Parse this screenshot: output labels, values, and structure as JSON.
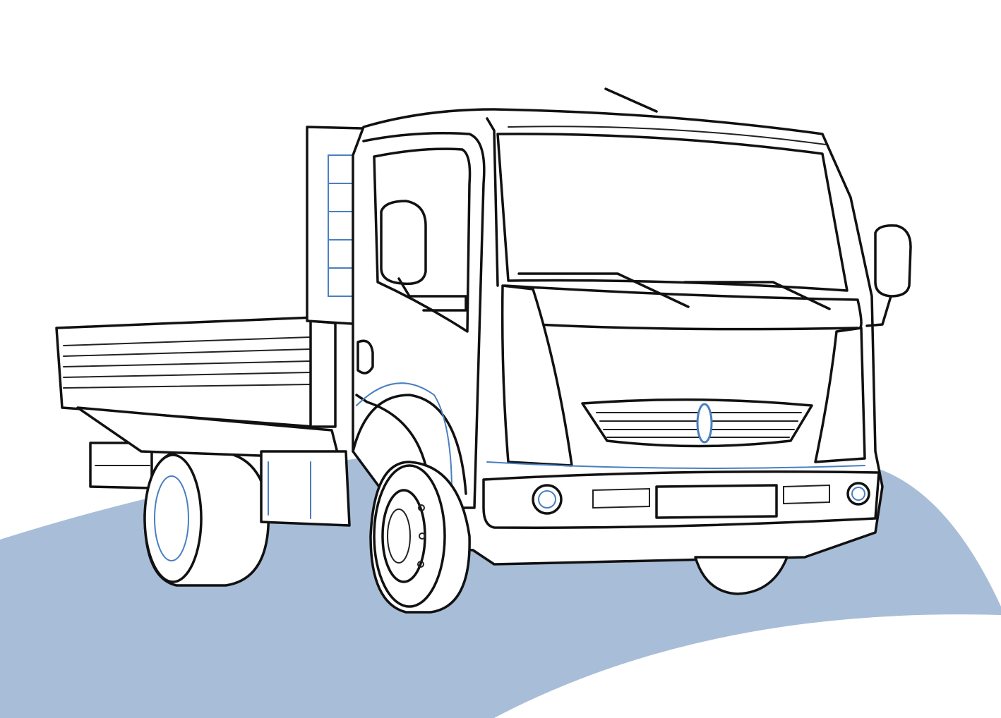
{
  "illustration": {
    "subject": "flatbed-truck-line-art",
    "colors": {
      "background": "#ffffff",
      "wave": "#a8bdd7",
      "outline": "#111111",
      "accent_line": "#4a7fc0"
    },
    "parts": [
      "cab",
      "windshield",
      "wipers",
      "side-door",
      "side-window",
      "mirrors",
      "flatbed",
      "grille",
      "headlights",
      "bumper",
      "fog-lights",
      "wheels"
    ]
  }
}
